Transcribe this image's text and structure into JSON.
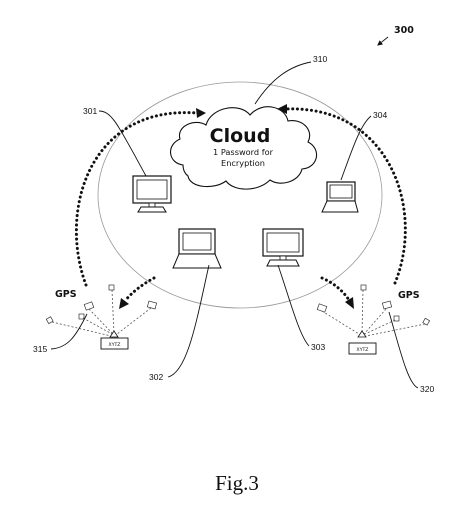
{
  "cloud": {
    "title": "Cloud",
    "line1": "1 Password for",
    "line2": "Encryption"
  },
  "labels": {
    "figure_ref": "300",
    "cloud_ref": "310",
    "computer_left_ref": "301",
    "laptop_left_ref": "302",
    "computer_right_ref": "303",
    "laptop_right_ref": "304",
    "gps_left_ref": "315",
    "gps_right_ref": "320",
    "gps_left": "GPS",
    "gps_right": "GPS",
    "receiver_left": "XYTZ",
    "receiver_right": "XYTZ"
  },
  "caption": "Fig.3"
}
